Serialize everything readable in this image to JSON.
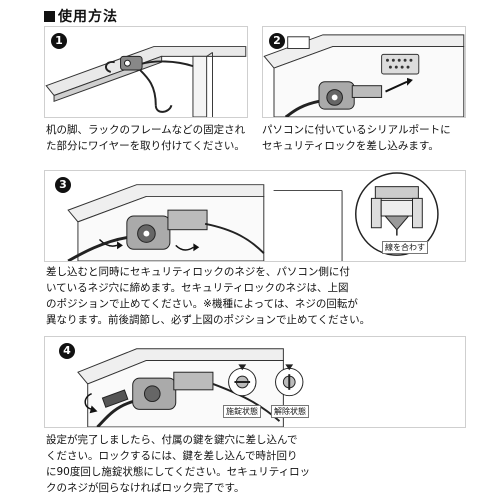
{
  "heading": "使用方法",
  "steps": [
    {
      "number": "1",
      "caption_lines": [
        "机の脚、ラックのフレームなどの固定され",
        "た部分にワイヤーを取り付けてください。"
      ]
    },
    {
      "number": "2",
      "caption_lines": [
        "パソコンに付いているシリアルポートに",
        "セキュリティロックを差し込みます。"
      ]
    },
    {
      "number": "3",
      "inset_label": "線を合わす",
      "caption_lines": [
        "差し込むと同時にセキュリティロックのネジを、パソコン側に付",
        "いているネジ穴に締めます。セキュリティロックのネジは、上図",
        "のポジションで止めてください。※機種によっては、ネジの回転が",
        "異なります。前後調節し、必ず上図のポジションで止めてください。"
      ]
    },
    {
      "number": "4",
      "locked_label": "施錠状態",
      "unlocked_label": "解除状態",
      "caption_lines": [
        "設定が完了しましたら、付属の鍵を鍵穴に差し込んで",
        "ください。ロックするには、鍵を差し込んで時計回り",
        "に90度回し施錠状態にしてください。セキュリティロッ",
        "クのネジが回らなければロック完了です。"
      ]
    }
  ]
}
